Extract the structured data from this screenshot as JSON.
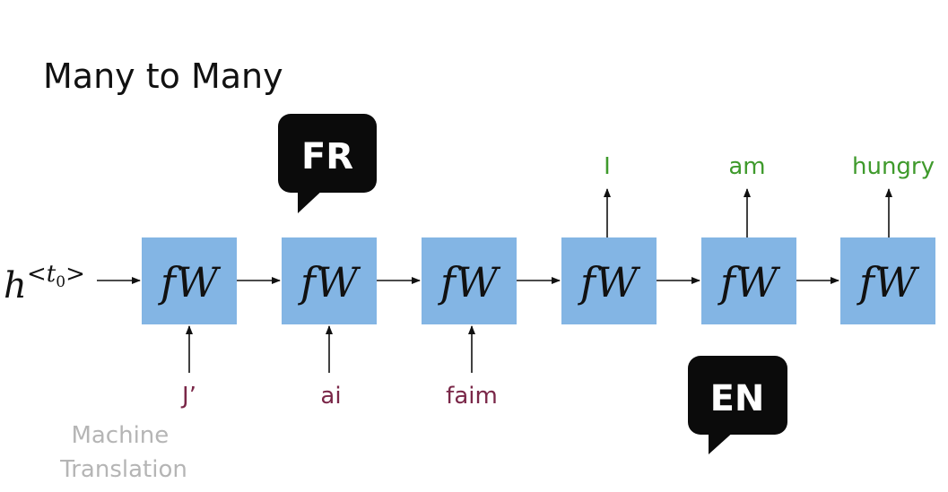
{
  "title": "Many to Many",
  "initial_state": {
    "base": "h",
    "superscript_left": "<",
    "superscript_var": "t",
    "superscript_sub": "0",
    "superscript_right": ">"
  },
  "cell_label_f": "f",
  "cell_label_w": "W",
  "cells_count": 6,
  "input_words": [
    "J’",
    "ai",
    "faim"
  ],
  "output_words": [
    "I",
    "am",
    "hungry"
  ],
  "bubbles": {
    "source_language": "FR",
    "target_language": "EN"
  },
  "caption": [
    "Machine",
    "Translation"
  ],
  "colors": {
    "cell_fill": "#83b5e4",
    "input_word": "#7a2748",
    "output_word": "#3f9a2c",
    "bubble": "#0b0b0b",
    "caption": "#b5b5b5"
  }
}
